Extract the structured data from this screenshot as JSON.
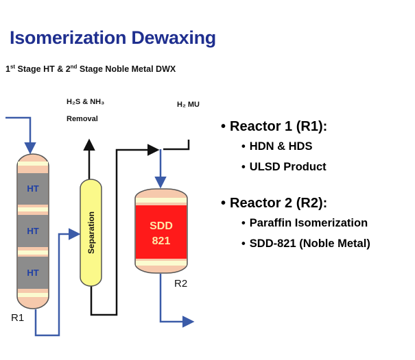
{
  "header": {
    "title": "Isomerization Dewaxing",
    "subtitle_parts": [
      "1",
      "st",
      " Stage HT & 2",
      "nd",
      " Stage Noble Metal DWX"
    ]
  },
  "diagram": {
    "removal_line1": "H₂S & NH₃",
    "removal_line2": "Removal",
    "h2_makeup": "H₂ MU",
    "reactor1": {
      "label": "R1",
      "beds": [
        "HT",
        "HT",
        "HT"
      ]
    },
    "separator": {
      "label": "Separation"
    },
    "reactor2": {
      "label": "R2",
      "bed_line1": "SDD",
      "bed_line2": "821"
    }
  },
  "bullets": [
    {
      "heading": "Reactor 1 (R1):",
      "items": [
        "HDN & HDS",
        "ULSD Product"
      ]
    },
    {
      "heading": "Reactor 2 (R2):",
      "items": [
        "Paraffin Isomerization",
        "SDD-821 (Noble Metal)"
      ]
    }
  ],
  "colors": {
    "title": "#1f2f8f",
    "vessel_shell": "#f6c9ac",
    "catalyst_bed": "#8c8c8c",
    "bed_label": "#1f3fa5",
    "bed_band": "#fbfbd0",
    "separator": "#fbf98a",
    "reactor2_bed": "#ff1a1a",
    "flow_blue": "#3b5ba8",
    "flow_black": "#111111"
  }
}
